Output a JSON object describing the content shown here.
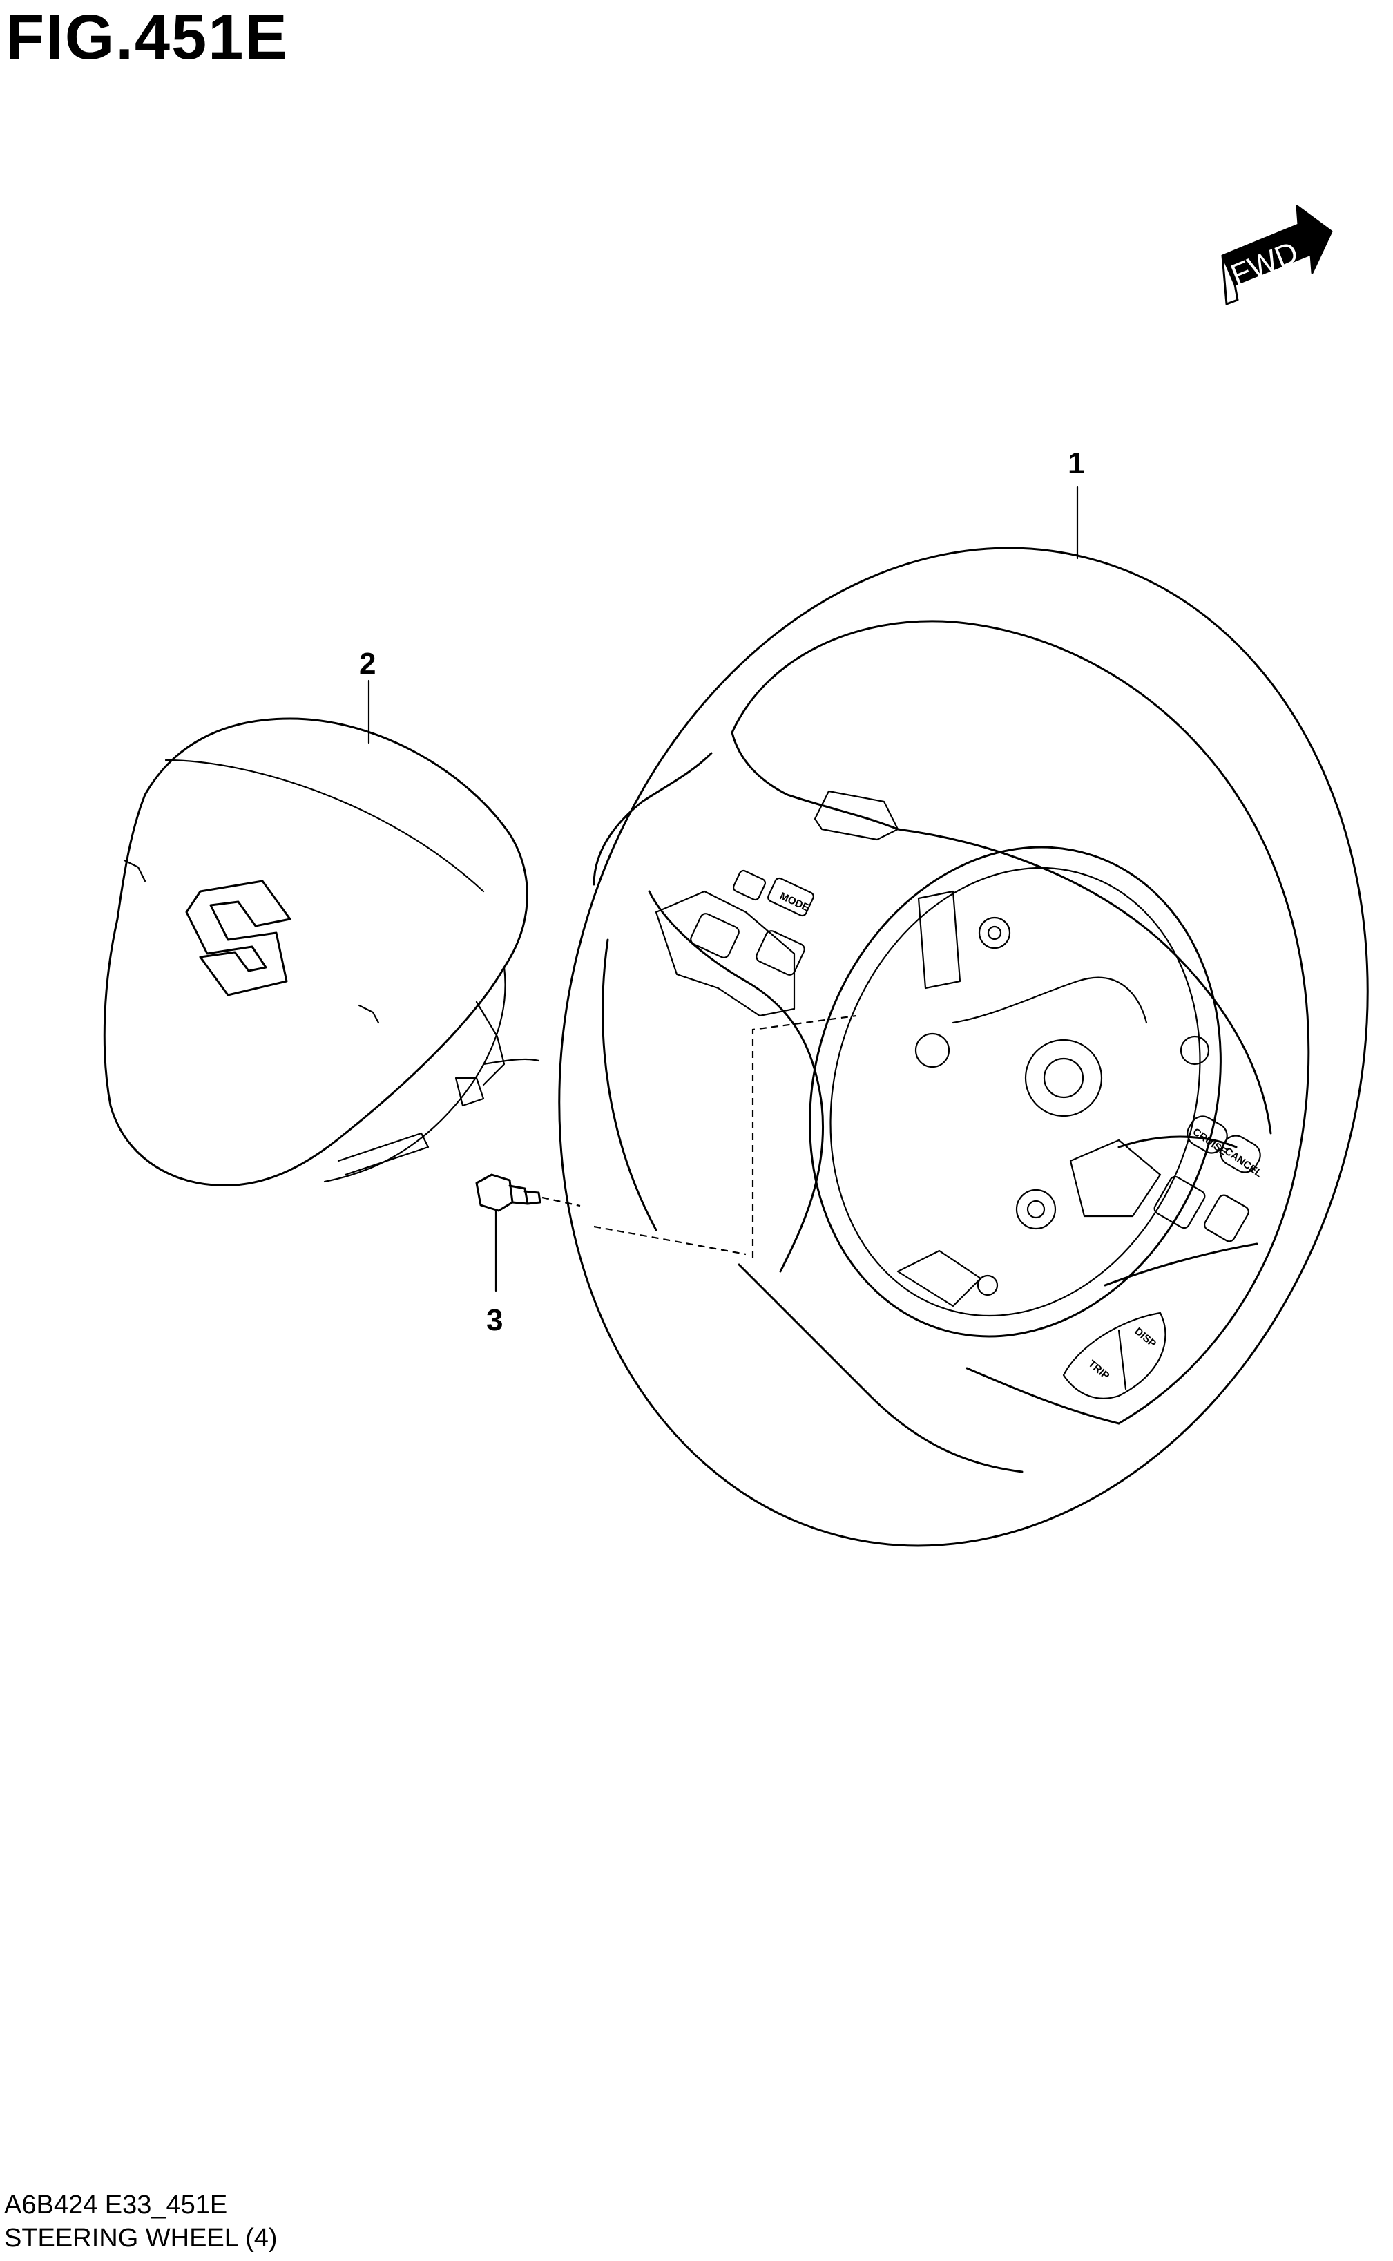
{
  "figure": {
    "title": "FIG.451E",
    "code": "A6B424 E33_451E",
    "name": "STEERING WHEEL (4)"
  },
  "direction_badge": {
    "label": "FWD",
    "icon": "forward-arrow-icon"
  },
  "callouts": [
    {
      "number": "1",
      "part": "steering-wheel"
    },
    {
      "number": "2",
      "part": "airbag-pad"
    },
    {
      "number": "3",
      "part": "bolt"
    }
  ],
  "wheel_buttons": {
    "mode": "MODE",
    "cruise": "CRUISE",
    "cancel": "CANCEL",
    "disp": "DISP",
    "trip": "TRIP"
  }
}
